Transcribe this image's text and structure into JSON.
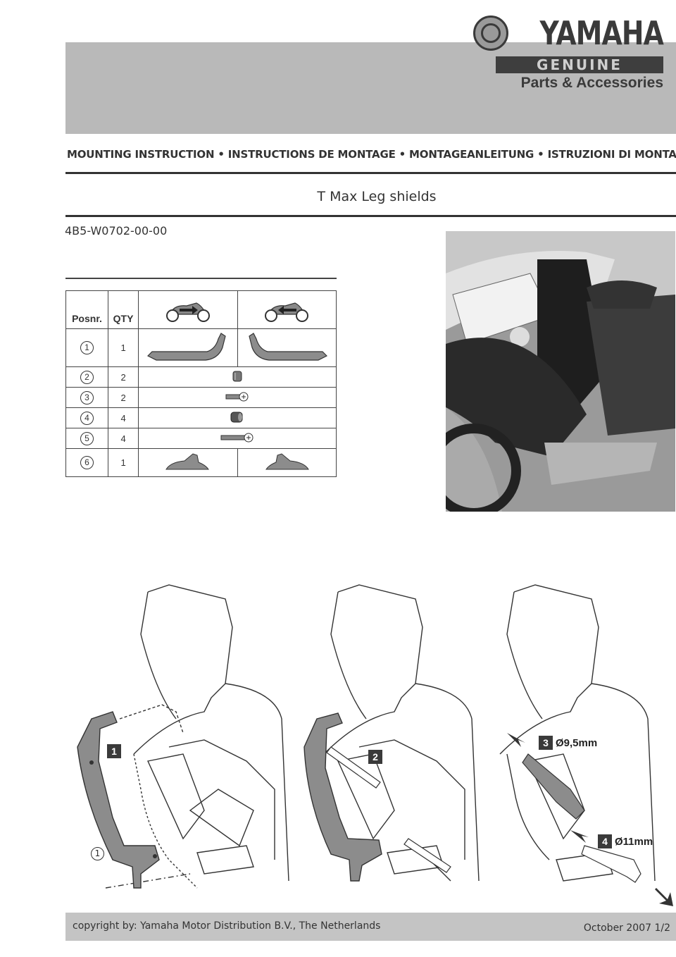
{
  "header": {
    "brand": "YAMAHA",
    "genuine": "GENUINE",
    "parts_accessories": "Parts & Accessories"
  },
  "mounting_instruction": "MOUNTING INSTRUCTION • INSTRUCTIONS DE MONTAGE • MONTAGEANLEITUNG • ISTRUZIONI DI MONTAGGIO",
  "product_title": "T Max Leg shields",
  "part_number": "4B5-W0702-00-00",
  "parts_table": {
    "headers": {
      "posnr": "Posnr.",
      "qty": "QTY"
    },
    "rows": [
      {
        "pos": "1",
        "qty": "1"
      },
      {
        "pos": "2",
        "qty": "2"
      },
      {
        "pos": "3",
        "qty": "2"
      },
      {
        "pos": "4",
        "qty": "4"
      },
      {
        "pos": "5",
        "qty": "4"
      },
      {
        "pos": "6",
        "qty": "1"
      }
    ]
  },
  "steps": {
    "step1": {
      "number": "1",
      "callout": "1"
    },
    "step2": {
      "number": "2"
    },
    "step3": {
      "number": "3",
      "dimension": "Ø9,5mm"
    },
    "step4": {
      "number": "4",
      "dimension": "Ø11mm"
    }
  },
  "footer": {
    "copyright": "copyright by: Yamaha Motor Distribution B.V., The Netherlands",
    "date_page": "October 2007 1/2"
  },
  "colors": {
    "band": "#b9b9b9",
    "dark": "#3a3a3a"
  }
}
